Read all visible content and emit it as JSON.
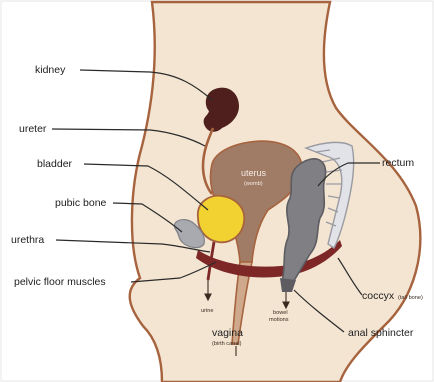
{
  "labels": {
    "kidney": "kidney",
    "ureter": "ureter",
    "bladder": "bladder",
    "pubic_bone": "pubic bone",
    "urethra": "urethra",
    "pelvic_floor_muscles": "pelvic floor muscles",
    "uterus": "uterus",
    "uterus_sub": "(womb)",
    "rectum": "rectum",
    "coccyx": "coccyx",
    "coccyx_sub": "(tail bone)",
    "anal_sphincter": "anal sphincter",
    "vagina": "vagina",
    "vagina_sub": "(birth canal)",
    "urine": "urine",
    "bowel_motions_line1": "bowel",
    "bowel_motions_line2": "motions"
  },
  "colors": {
    "skin": "#f3e5d2",
    "outline": "#a6633e",
    "kidney": "#4e1f1c",
    "uterus": "#a07c67",
    "bladder": "#f2d230",
    "bone": "#a9aab0",
    "rectum": "#7f7f84",
    "muscle": "#7d2727",
    "leader": "#2a2a2a"
  }
}
